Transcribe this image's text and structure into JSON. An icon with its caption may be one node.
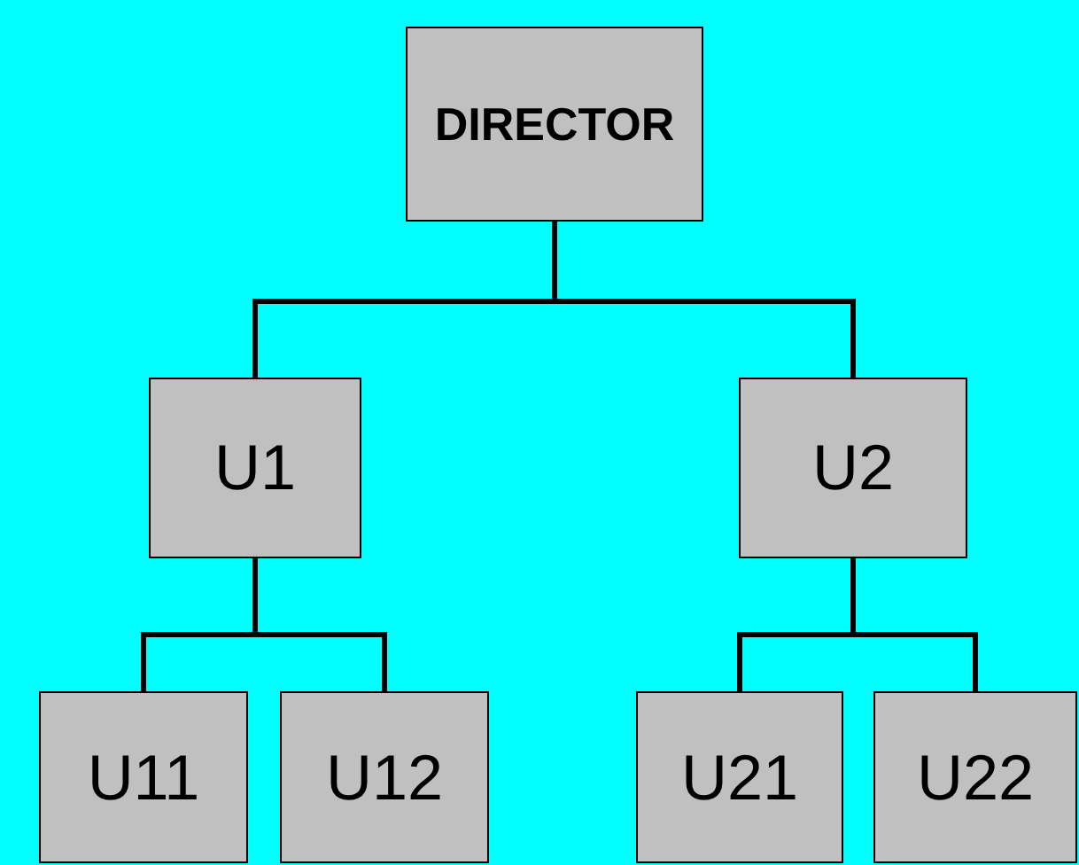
{
  "diagram": {
    "nodes": [
      {
        "text": [
          "DIRECTOR"
        ]
      },
      {
        "text": [
          "U1"
        ]
      },
      {
        "text": [
          "U2"
        ]
      },
      {
        "text": [
          "U11"
        ]
      },
      {
        "text": [
          "U12"
        ]
      },
      {
        "text": [
          "U21"
        ]
      },
      {
        "text": [
          "U22"
        ]
      }
    ],
    "edges": [
      {
        "from": 0,
        "to": 1,
        "arrow": "none"
      },
      {
        "from": 0,
        "to": 2,
        "arrow": "none"
      },
      {
        "from": 1,
        "to": 3,
        "arrow": "none"
      },
      {
        "from": 1,
        "to": 4,
        "arrow": "none"
      },
      {
        "from": 2,
        "to": 5,
        "arrow": "none"
      },
      {
        "from": 2,
        "to": 6,
        "arrow": "none"
      }
    ]
  }
}
